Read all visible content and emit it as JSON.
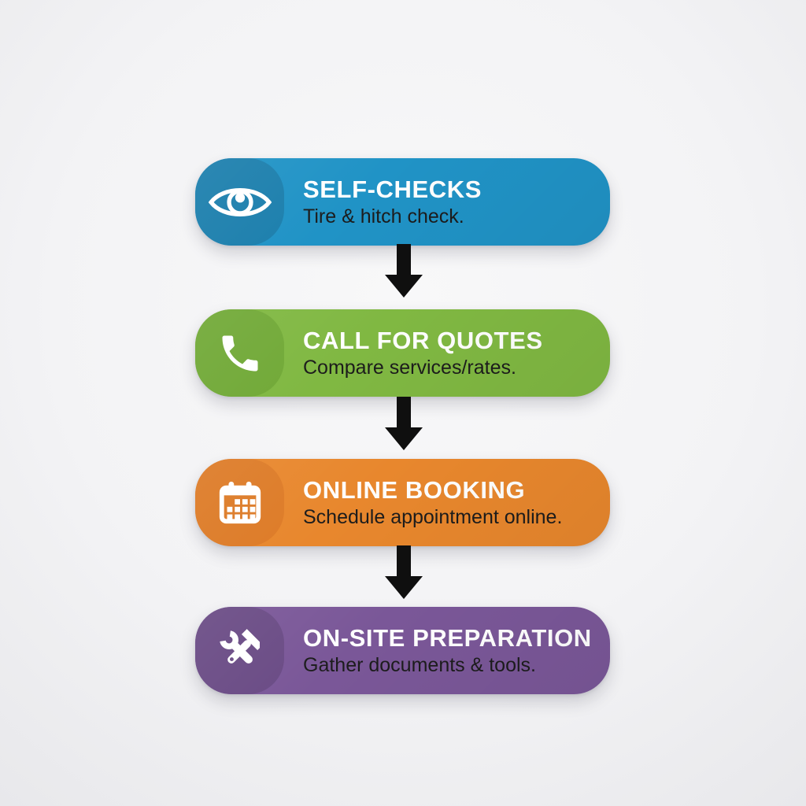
{
  "background_color": "#f3f3f5",
  "arrow_color": "#0f0f0f",
  "title_color": "#ffffff",
  "subtitle_color": "#1c1c1c",
  "steps": [
    {
      "title": "SELF-CHECKS",
      "subtitle": "Tire & hitch check.",
      "icon": "eye-icon",
      "bar_color": "#2093c6",
      "icon_tile_color": "#1c7fad"
    },
    {
      "title": "CALL FOR QUOTES",
      "subtitle": "Compare services/rates.",
      "icon": "phone-icon",
      "bar_color": "#80b842",
      "icon_tile_color": "#71a937"
    },
    {
      "title": "ONLINE BOOKING",
      "subtitle": "Schedule appointment online.",
      "icon": "calendar-icon",
      "bar_color": "#e8872d",
      "icon_tile_color": "#dd7b27"
    },
    {
      "title": "ON-SITE PREPARATION",
      "subtitle": "Gather documents & tools.",
      "icon": "tools-icon",
      "bar_color": "#7a5798",
      "icon_tile_color": "#6a4b85"
    }
  ]
}
